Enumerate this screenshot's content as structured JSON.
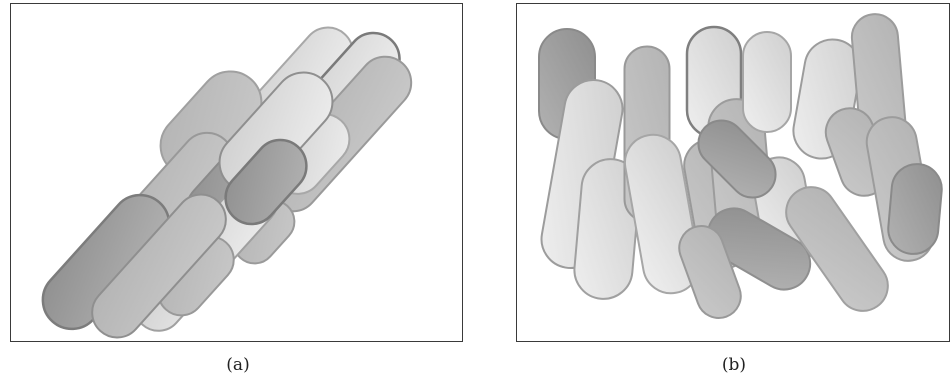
{
  "figure": {
    "panels": [
      {
        "id": "a",
        "caption": "(a)",
        "arrangement": "aligned"
      },
      {
        "id": "b",
        "caption": "(b)",
        "arrangement": "random"
      }
    ]
  },
  "colors": {
    "frame": "#3a3a3a",
    "rod_stroke": "#8c8c8c",
    "rod_dark": "#9a9a9a",
    "rod_mid": "#bdbdbd",
    "rod_light": "#dedede"
  }
}
